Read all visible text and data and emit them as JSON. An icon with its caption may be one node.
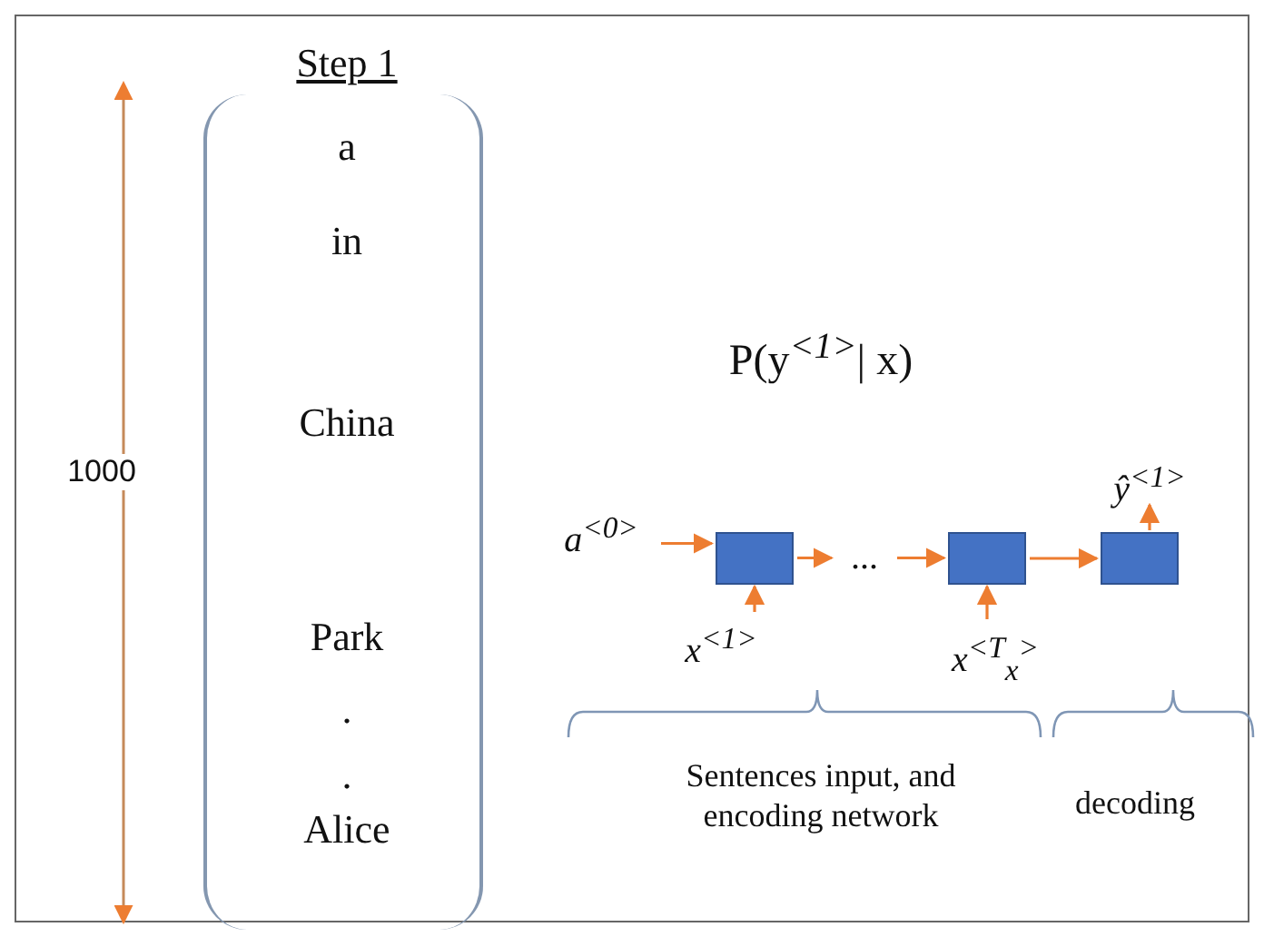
{
  "diagram": {
    "nodes": [
      {
        "text": [
          "Step 1",
          "a",
          "in",
          "China",
          "Park",
          ".",
          ".",
          "Alice"
        ]
      },
      {
        "text": [
          "a$^{<0>}$"
        ]
      },
      {
        "text": [],
        "shape": "box"
      },
      {
        "text": [
          "..."
        ]
      },
      {
        "text": [],
        "shape": "box"
      },
      {
        "text": [],
        "shape": "box"
      },
      {
        "text": [
          "x$^{<1>}$"
        ]
      },
      {
        "text": [
          "x$^{<T}$$_{x}$$^{>}$"
        ]
      },
      {
        "text": [
          "ŷ$^{<1>}$"
        ]
      }
    ],
    "edges": [
      {
        "from": 1,
        "to": 2,
        "arrow": "to"
      },
      {
        "from": 2,
        "to": 3,
        "arrow": "to"
      },
      {
        "from": 3,
        "to": 4,
        "arrow": "to"
      },
      {
        "from": 4,
        "to": 5,
        "arrow": "to"
      },
      {
        "from": 6,
        "to": 2,
        "arrow": "to"
      },
      {
        "from": 7,
        "to": 4,
        "arrow": "to"
      },
      {
        "from": 5,
        "to": 8,
        "arrow": "to"
      }
    ],
    "labels": [
      "1000",
      "P(y$^{<1>}$| x)",
      "Sentences input, and encoding network",
      "decoding"
    ]
  }
}
